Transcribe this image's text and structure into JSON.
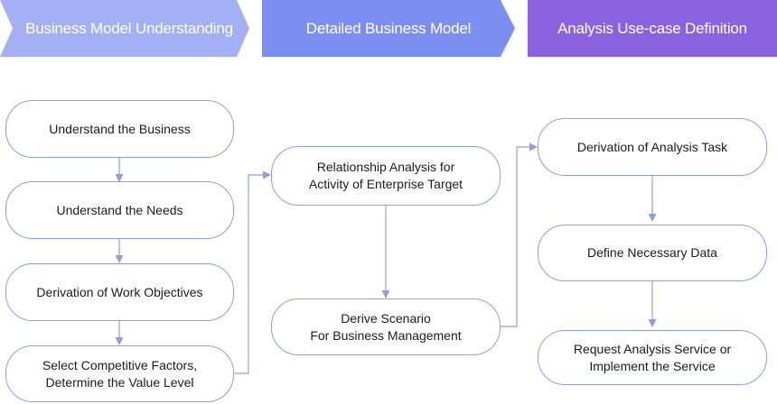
{
  "colors": {
    "stage_1": "#a3b1f4",
    "stage_2": "#7b8ff2",
    "stage_3": "#8a62e0",
    "box_border": "#8f9de6",
    "arrow": "#8f9de6"
  },
  "stages": [
    {
      "label": "Business Model Understanding"
    },
    {
      "label": "Detailed Business Model"
    },
    {
      "label": "Analysis Use-case Definition"
    }
  ],
  "columns": {
    "business_model_understanding": [
      "Understand the Business",
      "Understand the Needs",
      "Derivation of Work Objectives",
      "Select Competitive Factors,\nDetermine the Value Level"
    ],
    "detailed_business_model": [
      "Relationship Analysis for\nActivity of Enterprise Target",
      "Derive Scenario\nFor Business Management"
    ],
    "analysis_use_case_definition": [
      "Derivation of Analysis Task",
      "Define Necessary Data",
      "Request Analysis Service or\nImplement the Service"
    ]
  }
}
